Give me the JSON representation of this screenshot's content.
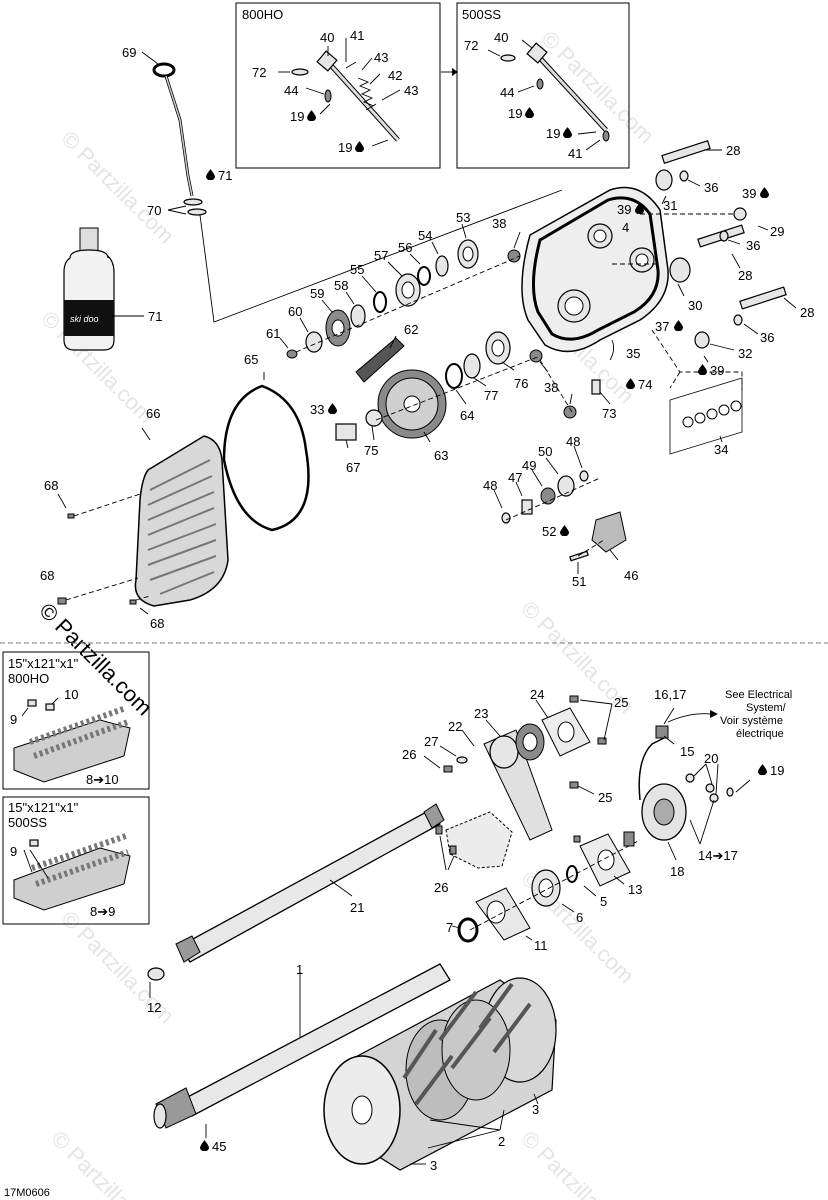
{
  "watermark": {
    "text": "© Partzilla.com",
    "repeat_text": "© Partzilla.com"
  },
  "inset_boxes": {
    "box_800ho": "800HO",
    "box_500ss": "500SS",
    "track_box_1_line1": "15\"x121\"x1\"",
    "track_box_1_line2": "800HO",
    "track_box_2_line1": "15\"x121\"x1\"",
    "track_box_2_line2": "500SS"
  },
  "electrical_note": {
    "line1": "See Electrical",
    "line2": "System/",
    "line3": "Voir système",
    "line4": "électrique"
  },
  "drawing_code": "17M0606",
  "labels": {
    "l1": "1",
    "l2": "2",
    "l3a": "3",
    "l3b": "3",
    "l4": "4",
    "l5": "5",
    "l6": "6",
    "l7": "7",
    "l8_10": "8➔10",
    "l8_9": "8➔9",
    "l9a": "9",
    "l9b": "9",
    "l10": "10",
    "l11": "11",
    "l12": "12",
    "l13": "13",
    "l14_17": "14➔17",
    "l15": "15",
    "l16_17": "16,17",
    "l18": "18",
    "l19": "19",
    "l19a": "19",
    "l19b": "19",
    "l19c": "19",
    "l19d": "19",
    "l20": "20",
    "l21": "21",
    "l22": "22",
    "l23": "23",
    "l24": "24",
    "l25a": "25",
    "l25b": "25",
    "l26a": "26",
    "l26b": "26",
    "l27": "27",
    "l28a": "28",
    "l28b": "28",
    "l28c": "28",
    "l29": "29",
    "l30": "30",
    "l31": "31",
    "l32": "32",
    "l33": "33",
    "l34": "34",
    "l35": "35",
    "l36a": "36",
    "l36b": "36",
    "l36c": "36",
    "l37": "37",
    "l38a": "38",
    "l38b": "38",
    "l39a": "39",
    "l39b": "39",
    "l39c": "39",
    "l40a": "40",
    "l40b": "40",
    "l41a": "41",
    "l41b": "41",
    "l42": "42",
    "l43a": "43",
    "l43b": "43",
    "l44a": "44",
    "l44b": "44",
    "l45": "45",
    "l46": "46",
    "l47": "47",
    "l48a": "48",
    "l48b": "48",
    "l49": "49",
    "l50": "50",
    "l51": "51",
    "l52": "52",
    "l53": "53",
    "l54": "54",
    "l55": "55",
    "l56": "56",
    "l57": "57",
    "l58": "58",
    "l59": "59",
    "l60": "60",
    "l61": "61",
    "l62": "62",
    "l63": "63",
    "l64": "64",
    "l65": "65",
    "l66": "66",
    "l67": "67",
    "l68a": "68",
    "l68b": "68",
    "l68c": "68",
    "l69": "69",
    "l70": "70",
    "l71a": "71",
    "l71b": "71",
    "l72a": "72",
    "l72b": "72",
    "l73": "73",
    "l74": "74",
    "l75": "75",
    "l76": "76",
    "l77": "77"
  },
  "oil_bottle_brand": "ski doo",
  "icons": {
    "drop": "oil-drop-icon",
    "arrow": "arrow-right-icon"
  }
}
